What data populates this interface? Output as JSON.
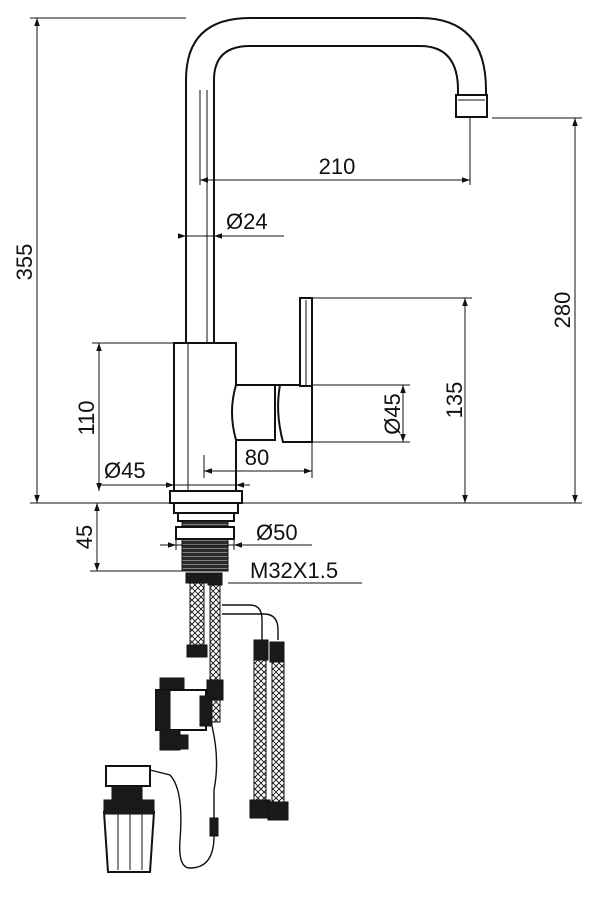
{
  "dimensions": {
    "total_height": "355",
    "spout_reach": "210",
    "spout_diameter": "Ø24",
    "spout_height": "280",
    "lever_height": "135",
    "lever_diameter": "Ø45",
    "body_height": "110",
    "lever_offset": "80",
    "body_diameter": "Ø45",
    "base_height": "45",
    "base_diameter": "Ø50",
    "thread": "M32X1.5"
  }
}
